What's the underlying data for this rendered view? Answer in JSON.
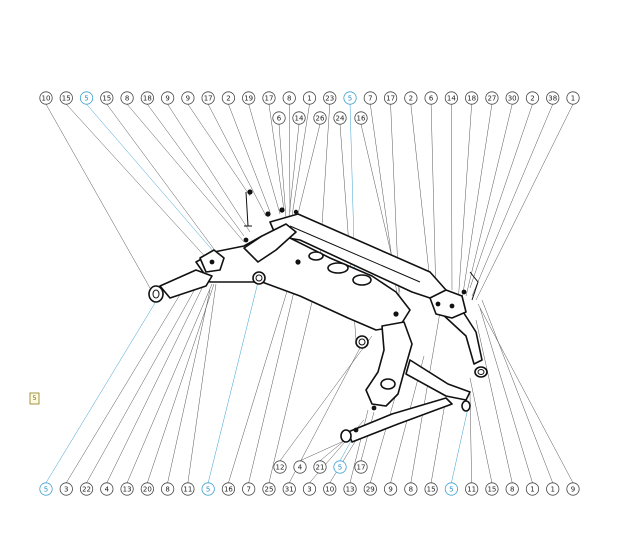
{
  "colors": {
    "callout_stroke": "#444444",
    "highlight": "#3a9fd0",
    "ink": "#111111"
  },
  "icons": {
    "page_marker": "page-marker-icon"
  },
  "page_marker_label": "5",
  "callouts": {
    "top": [
      "10",
      "15",
      "5",
      "15",
      "8",
      "18",
      "9",
      "9",
      "17",
      "2",
      "19",
      "17",
      "8",
      "1",
      "23",
      "5",
      "7",
      "17",
      "2",
      "6",
      "14",
      "18",
      "27",
      "30",
      "2",
      "38",
      "1"
    ],
    "top_second_row": [
      "6",
      "14",
      "26",
      "24",
      "16"
    ],
    "bottom": [
      "5",
      "3",
      "22",
      "4",
      "13",
      "20",
      "8",
      "11",
      "5",
      "16",
      "7",
      "25",
      "31",
      "3",
      "10",
      "13",
      "29",
      "9",
      "8",
      "15",
      "5",
      "11",
      "15",
      "8",
      "1",
      "1",
      "9"
    ],
    "bottom_second_row": [
      "12",
      "4",
      "21",
      "5",
      "17"
    ]
  },
  "highlighted": {
    "top": [
      2,
      15
    ],
    "bottom": [
      0,
      8,
      20
    ],
    "bottom_second_row": [
      3
    ]
  }
}
